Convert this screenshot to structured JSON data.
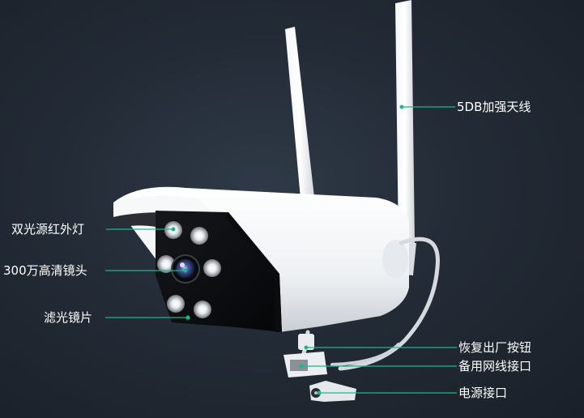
{
  "callouts": {
    "antenna": "5DB加强天线",
    "ir_lights": "双光源红外灯",
    "lens": "300万高清镜头",
    "filter": "滤光镜片",
    "reset_button": "恢复出厂按钮",
    "network_port": "备用网线接口",
    "power_port": "电源接口"
  },
  "colors": {
    "background": "#1f2630",
    "callout_line": "#1fb58f",
    "label_text": "#ffffff"
  }
}
